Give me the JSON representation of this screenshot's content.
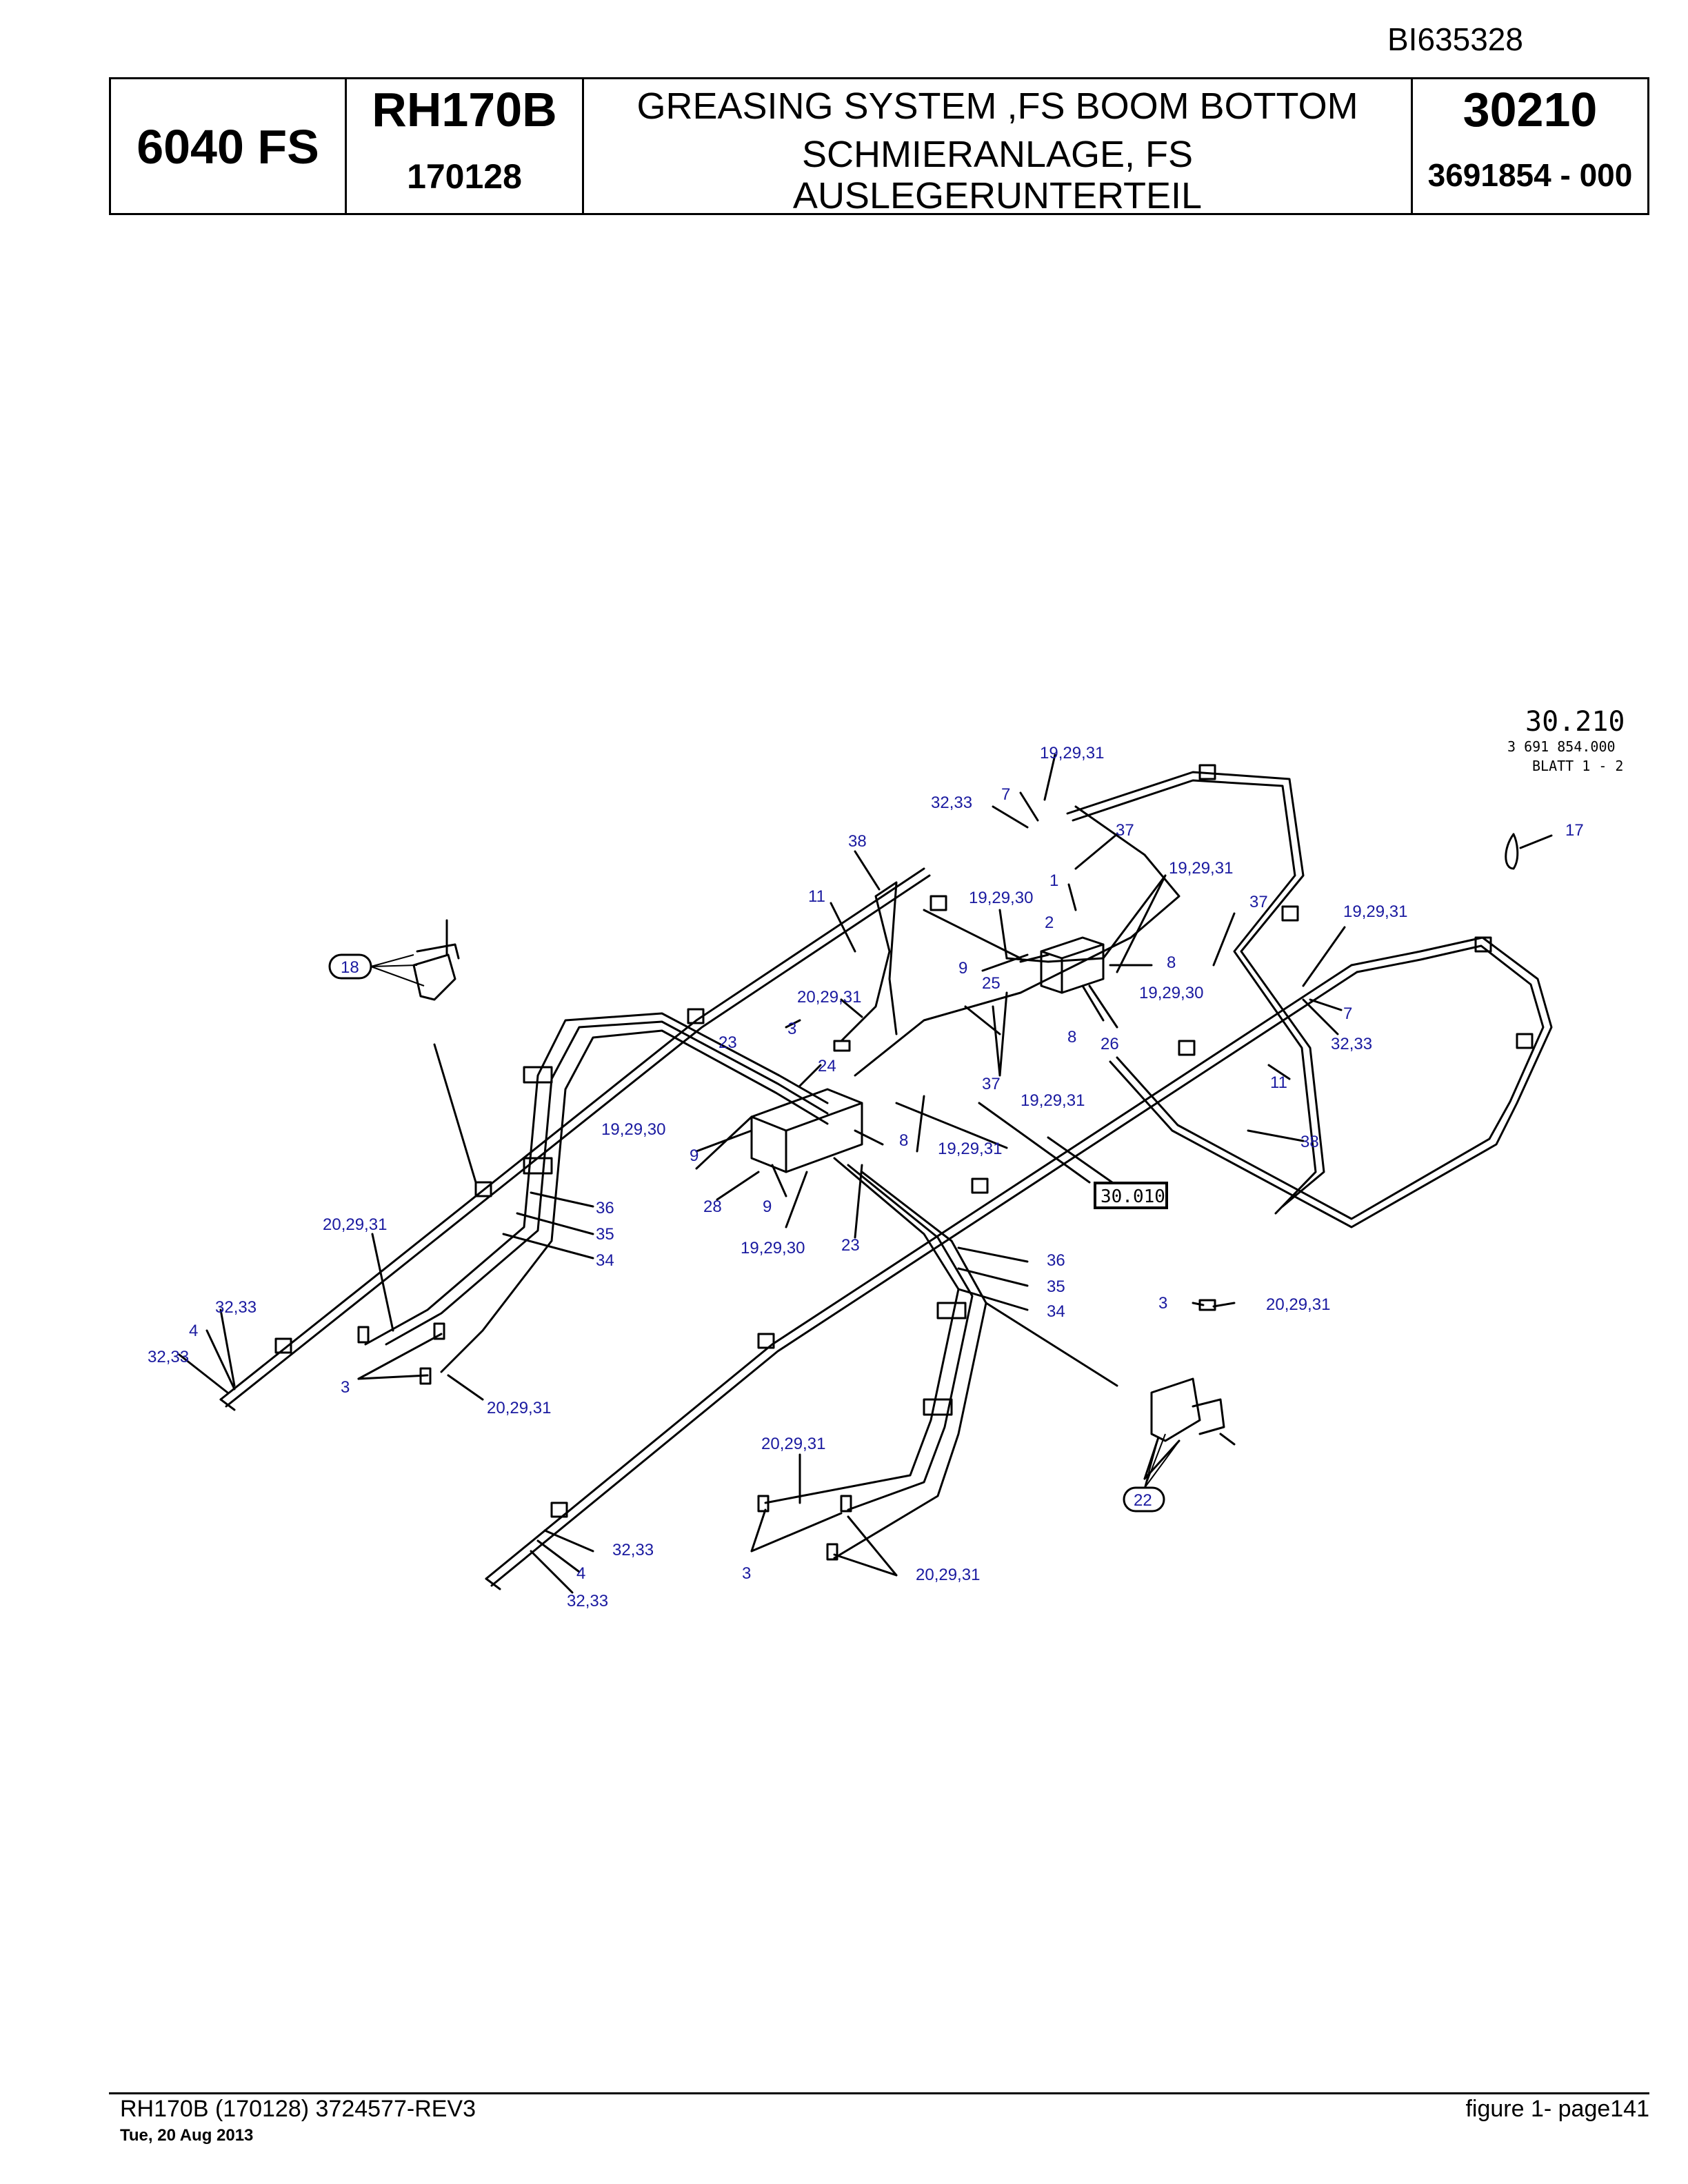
{
  "doc_id": "BI635328",
  "header": {
    "machine": "6040 FS",
    "model": "RH170B",
    "serial": "170128",
    "title_en": "GREASING SYSTEM ,FS BOOM BOTTOM",
    "title_de_1": "SCHMIERANLAGE, FS",
    "title_de_2": "AUSLEGERUNTERTEIL",
    "group": "30210",
    "part_number": "3691854  - 000"
  },
  "drawing": {
    "stamp_group": "30.210",
    "stamp_number": "3 691 854.000",
    "stamp_sheet": "BLATT 1 - 2",
    "ref_box": "30.010",
    "callouts": {
      "c1": "19,29,31",
      "c2": "32,33",
      "c3": "7",
      "c4": "37",
      "c5": "38",
      "c6": "11",
      "c7": "19,29,30",
      "c8": "1",
      "c9": "19,29,31",
      "c10": "37",
      "c11": "19,29,31",
      "c12": "17",
      "c13": "18",
      "c14": "2",
      "c15": "9",
      "c16": "8",
      "c17": "25",
      "c18": "20,29,31",
      "c19": "19,29,30",
      "c20": "7",
      "c21": "3",
      "c22": "23",
      "c23": "8",
      "c24": "26",
      "c25": "32,33",
      "c26": "24",
      "c27": "37",
      "c28": "11",
      "c29": "19,29,30",
      "c30": "19,29,31",
      "c31": "9",
      "c32": "8",
      "c33": "19,29,31",
      "c34": "38",
      "c35": "28",
      "c36": "9",
      "c37": "36",
      "c38": "20,29,31",
      "c39": "35",
      "c40": "34",
      "c41": "19,29,30",
      "c42": "23",
      "c43": "36",
      "c44": "35",
      "c45": "34",
      "c46": "32,33",
      "c47": "3",
      "c48": "20,29,31",
      "c49": "4",
      "c50": "32,33",
      "c51": "3",
      "c52": "20,29,31",
      "c53": "20,29,31",
      "c54": "22",
      "c55": "32,33",
      "c56": "4",
      "c57": "3",
      "c58": "20,29,31",
      "c59": "32,33"
    }
  },
  "footer": {
    "left": "RH170B (170128) 3724577-REV3",
    "date": "Tue, 20 Aug 2013",
    "right": "figure  1- page141"
  }
}
